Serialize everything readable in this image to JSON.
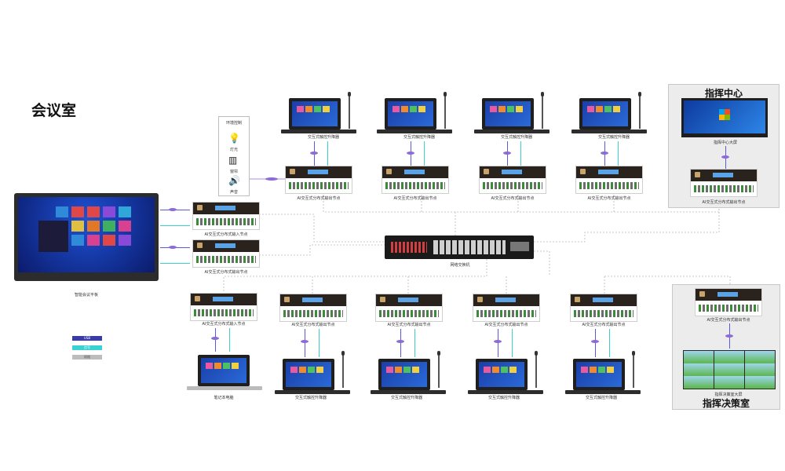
{
  "titles": {
    "meeting_room": "会议室",
    "command_center": "指挥中心",
    "decision_room": "指挥决策室"
  },
  "labels": {
    "touch_panel": "交互式触控升降器",
    "output_node": "AI交互式分布式输出节点",
    "input_node": "AI交互式分布式输入节点",
    "switch": "网络交换机",
    "smart_screen": "智能会议平板",
    "laptop": "笔记本电脑",
    "command_screen": "指挥中心大屏",
    "decision_screen": "指挥决策室大屏",
    "env_control": "环境控制",
    "light": "灯光",
    "curtain": "窗帘",
    "audio": "声音"
  },
  "legend": [
    "USB",
    "信号",
    "网络"
  ],
  "colors": {
    "usb": "#3b3ba8",
    "signal": "#38d2d2",
    "network": "#bdbdbd",
    "device_top": "#2a221d"
  }
}
